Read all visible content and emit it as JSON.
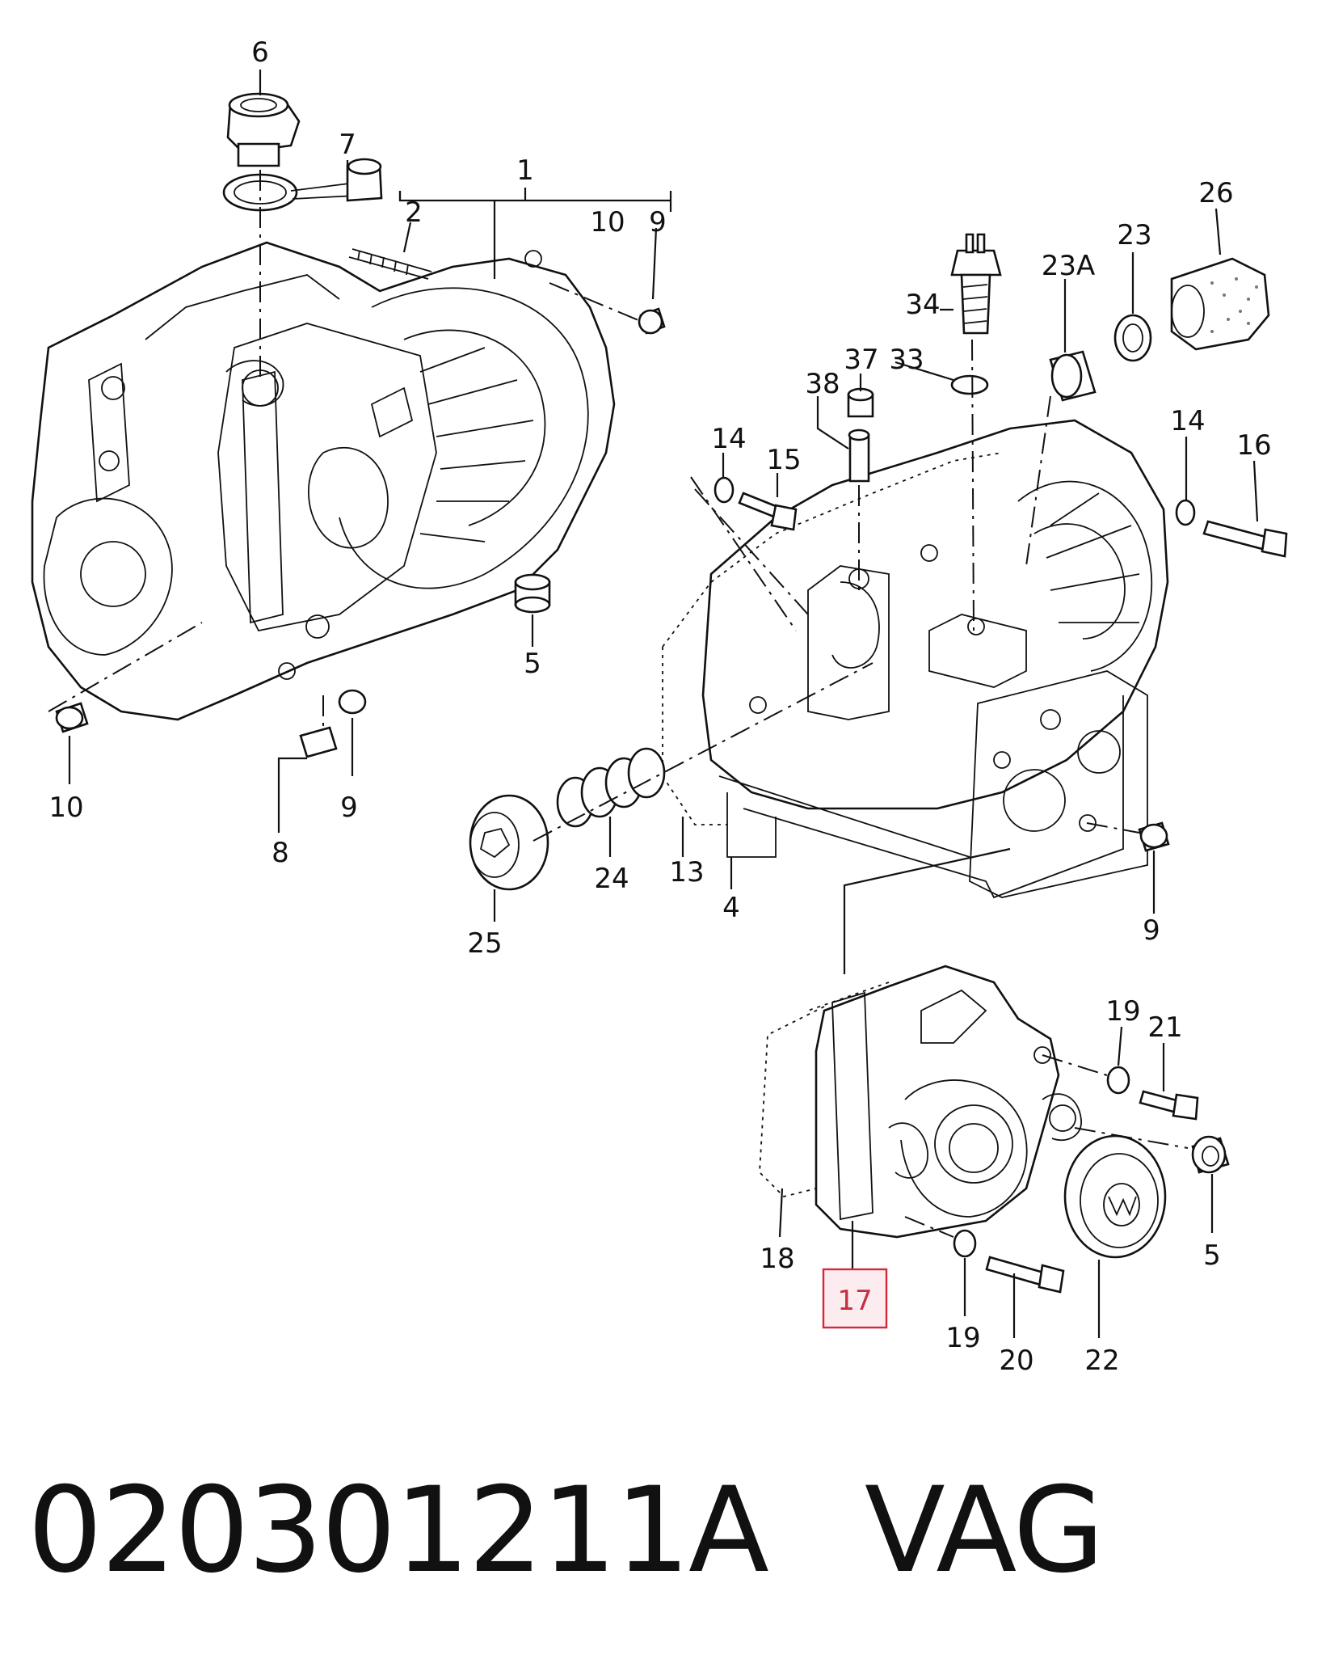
{
  "labels": {
    "c1": "1",
    "c2": "2",
    "c4": "4",
    "c5a": "5",
    "c5b": "5",
    "c6": "6",
    "c7": "7",
    "c8": "8",
    "c9a": "9",
    "c9b": "9",
    "c9c": "9",
    "c10a": "10",
    "c10b": "10",
    "c13": "13",
    "c14a": "14",
    "c14b": "14",
    "c15": "15",
    "c16": "16",
    "c17": "17",
    "c18": "18",
    "c19a": "19",
    "c19b": "19",
    "c20": "20",
    "c21": "21",
    "c22": "22",
    "c23": "23",
    "c23a": "23A",
    "c24": "24",
    "c25": "25",
    "c26": "26",
    "c33": "33",
    "c34": "34",
    "c37": "37",
    "c38": "38"
  },
  "highlighted_callout": "17",
  "highlight_color": "#d9263b",
  "part_number": "020301211A",
  "brand": "VAG"
}
